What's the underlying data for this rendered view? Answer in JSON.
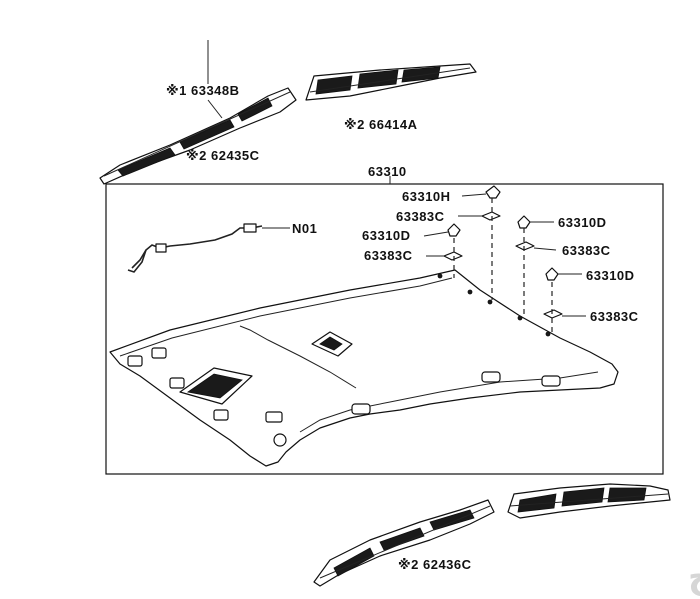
{
  "labels": {
    "p63348b": "※1 63348B",
    "p62435c": "※2 62435C",
    "p66414a": "※2 66414A",
    "p63310": "63310",
    "p63310h": "63310H",
    "p63383c_1": "63383C",
    "p63310d_1": "63310D",
    "p63383c_2": "63383C",
    "n01": "N01",
    "p63310d_2": "63310D",
    "p63383c_3": "63383C",
    "p63310d_3": "63310D",
    "p63383c_4": "63383C",
    "p62436c": "※2 62436C"
  },
  "watermark": "حراج"
}
